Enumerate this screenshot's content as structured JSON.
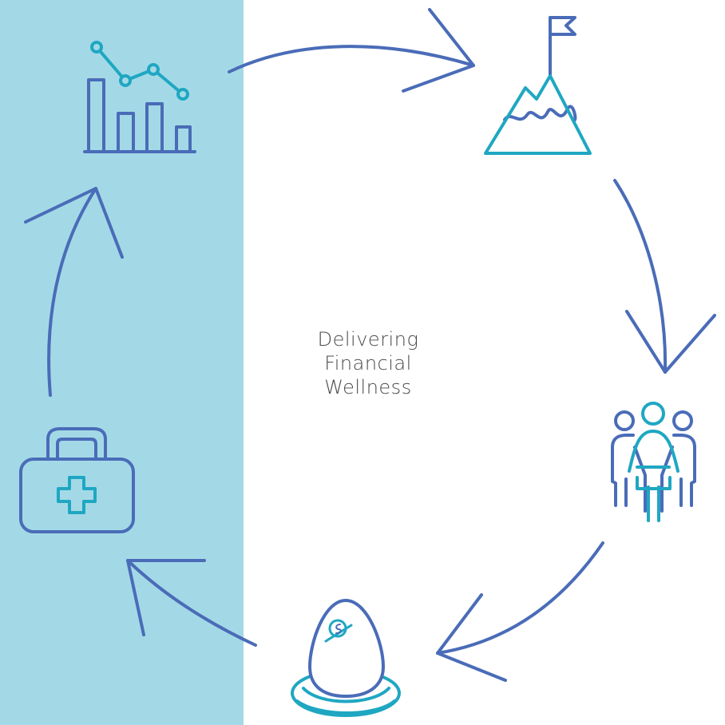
{
  "center_text": {
    "line1": "Delivering",
    "line2": "Financial",
    "line3": "Wellness"
  },
  "colors": {
    "panel": "#a3d9e6",
    "primary": "#4a6cb8",
    "accent": "#1fa7c2",
    "text": "#4a4a4a"
  },
  "icons": [
    "bar-line-chart-icon",
    "mountain-flag-icon",
    "people-group-icon",
    "nest-egg-icon",
    "medical-kit-icon"
  ]
}
